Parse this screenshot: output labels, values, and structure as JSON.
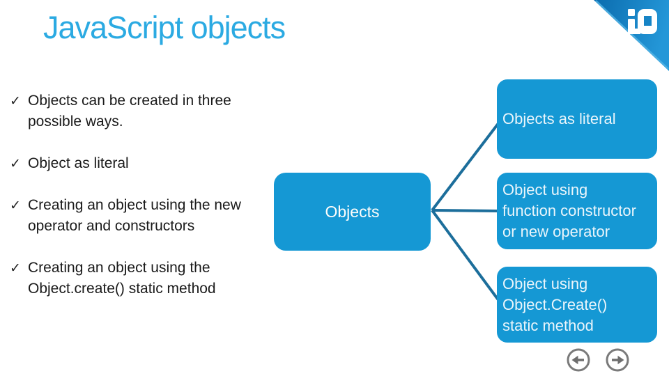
{
  "slide": {
    "title": "JavaScript objects",
    "checkmark_glyph": "✓",
    "bullets": [
      "Objects can be created in three possible ways.",
      "Object as literal",
      "Creating an object using the new operator and constructors",
      "Creating an object using the Object.create() static method"
    ],
    "diagram": {
      "center_box_label": "Objects",
      "branches": [
        {
          "lines": [
            "Objects as literal"
          ]
        },
        {
          "lines": [
            "Object using",
            "function constructor",
            "or new operator"
          ]
        },
        {
          "lines": [
            "Object using",
            "Object.Create()",
            "static method"
          ]
        }
      ]
    },
    "icons": {
      "logo": "brand-logo",
      "prev": "left-arrow",
      "next": "right-arrow"
    },
    "colors": {
      "title": "#2BAAE2",
      "box_fill": "#1598D4",
      "box_text": "#EAF5FB",
      "connector": "#1C6E9B",
      "triangle_dark": "#0B6CAE",
      "triangle_light": "#2497D8",
      "nav_gray": "#7A7A7A",
      "bullet_text": "#1A1A1A"
    }
  }
}
